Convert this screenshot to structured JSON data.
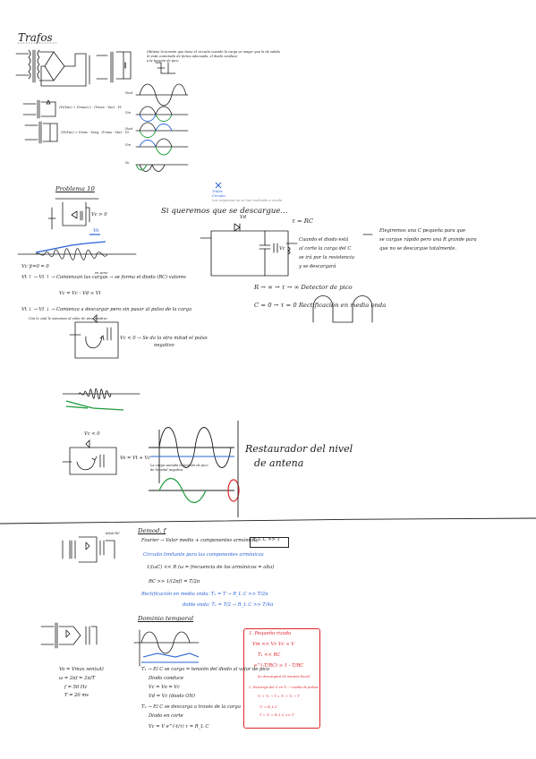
{
  "page": {
    "title": "Trafos",
    "problem_title": "Problema 10",
    "restaurador": [
      "Restaurador del nivel",
      "de antena"
    ]
  },
  "sec1": {
    "note_top": "Obtiene la tensión que tiene el circuito cuando la carga es mayor que la de salida",
    "note_top2": "Si está conectado de forma adecuada, el diodo conduce",
    "note_top3": "a la tensión de pico",
    "eq1": "(Vt/Vac) = Vmax/√2 · (Vmax - Vac) · Vt",
    "eq2": "(Vt/Vac) = Vmax · Vavg · (Vmax - Vac) · Vt",
    "wave_labels": [
      "Vout",
      "Vin",
      "Vout",
      "Vin",
      "Vo"
    ]
  },
  "center_icon": {
    "line1": "Trafos",
    "line2": "Circuito",
    "line3": "Los esquemas no se han realizado a escala"
  },
  "prob10": {
    "cap_label": "Vc > 0",
    "eq_a": "Vc |t=0 = 0",
    "eq_b": "Vt ↑ → Vt ↑ → Comienzan las cargas → se forma el diodo (RC) valores",
    "eq_b2": "en serie",
    "eq_c": "Vc = Vc - Vd ≈ Vt",
    "eq_d": "Vt ↓ → Vt ↓ → Comienza a descargar pero sin pasar al pulso de la carga",
    "eq_d2": "Con lo cual le sumamos al valor de pico positivo",
    "eq_e": "Vc < 0 → Se da la otra mitad el pulso",
    "eq_e2": "negativo",
    "eq_f": "Vc < 0",
    "eq_f2": "Vo = Vt + Vc",
    "wave_note": "La carga sumada la tensión de pico",
    "wave_note2": "de la señal negativa",
    "label_vo": "Vo"
  },
  "descarga": {
    "heading": "Si queremos que se descargue...",
    "vd": "Vd",
    "tau": "τ = RC",
    "cap": "Vc",
    "note1": "Cuando el diodo está",
    "note2": "al corte la carga del C",
    "note3": "se irá por la resistencia",
    "note4": "y se descargará",
    "note_r1": "Elegiremos una C pequeña para que",
    "note_r2": "se cargue rápido pero una R grande para",
    "note_r3": "que no se descargue totalmente.",
    "r_line": "R → ∞  →  τ → ∞   Detector de pico",
    "c_line": "C = 0  →  τ = 0   Rectificación en media onda"
  },
  "bottom": {
    "demod_heading": "Demod. f",
    "demod_line1": "Fourier → Valor medio + componentes armónicas",
    "demod_box": "R_L C >> T",
    "demod_line2": "Circuito limitante para las componentes armónicas",
    "demod_line3": "1/(ωC) << R   (ω = frecuencia de los armónicos = alta)",
    "demod_line4": "RC >> 1/(2πf) = T/2π",
    "demod_line5": "Rectificación en media onda:  T₁ = T → R_L C >> T/2π",
    "demod_line6": "doble onda:  T₁ = T/2 → R_L C >> T/4π",
    "demod_small": "Ideal RC",
    "demod_temporal": "Dominio temporal",
    "temp_line1": "T₁ → El C se carga = tensión del diodo al valor de pico",
    "temp_line2": "Diodo conduce",
    "temp_line3": "Vc = Vo = Vc",
    "temp_line4": "Vd = Vc (diodo ON)",
    "temp_line5": "T₂ → El C se descarga a través de la carga",
    "temp_line6": "Diodo en corte",
    "temp_line7": "Vc = V e^(-t/τ)   τ = R_L C",
    "left_eq1": "Vo = Vmax sen(ωt)",
    "left_eq2": "ω = 2πf = 2π/T",
    "left_eq3": "f = 50 Hz",
    "left_eq4": "T = 20 ms",
    "red_l1": "1. Pequeño rizado",
    "red_l2": "Vm << Vc    Vc ≈ V",
    "red_l3": "T₁ << RC",
    "red_l4": "e^(-T/RC) ≈ 1 - T/RC",
    "red_l5": "Se descargará de manera lineal",
    "red_l6": "2. Descarga del C en T₁ → media de pulsos",
    "red_l7": "T₁ + T₂ → T = T₁ + T₂ → T",
    "red_l8": "T₁ = R_L C",
    "red_l9": "T = T₂ = R_L C >> T"
  },
  "colors": {
    "ink": "#1b1b1b",
    "blue": "#2a63d6",
    "green": "#1e9a3a",
    "red": "#e0242a"
  }
}
